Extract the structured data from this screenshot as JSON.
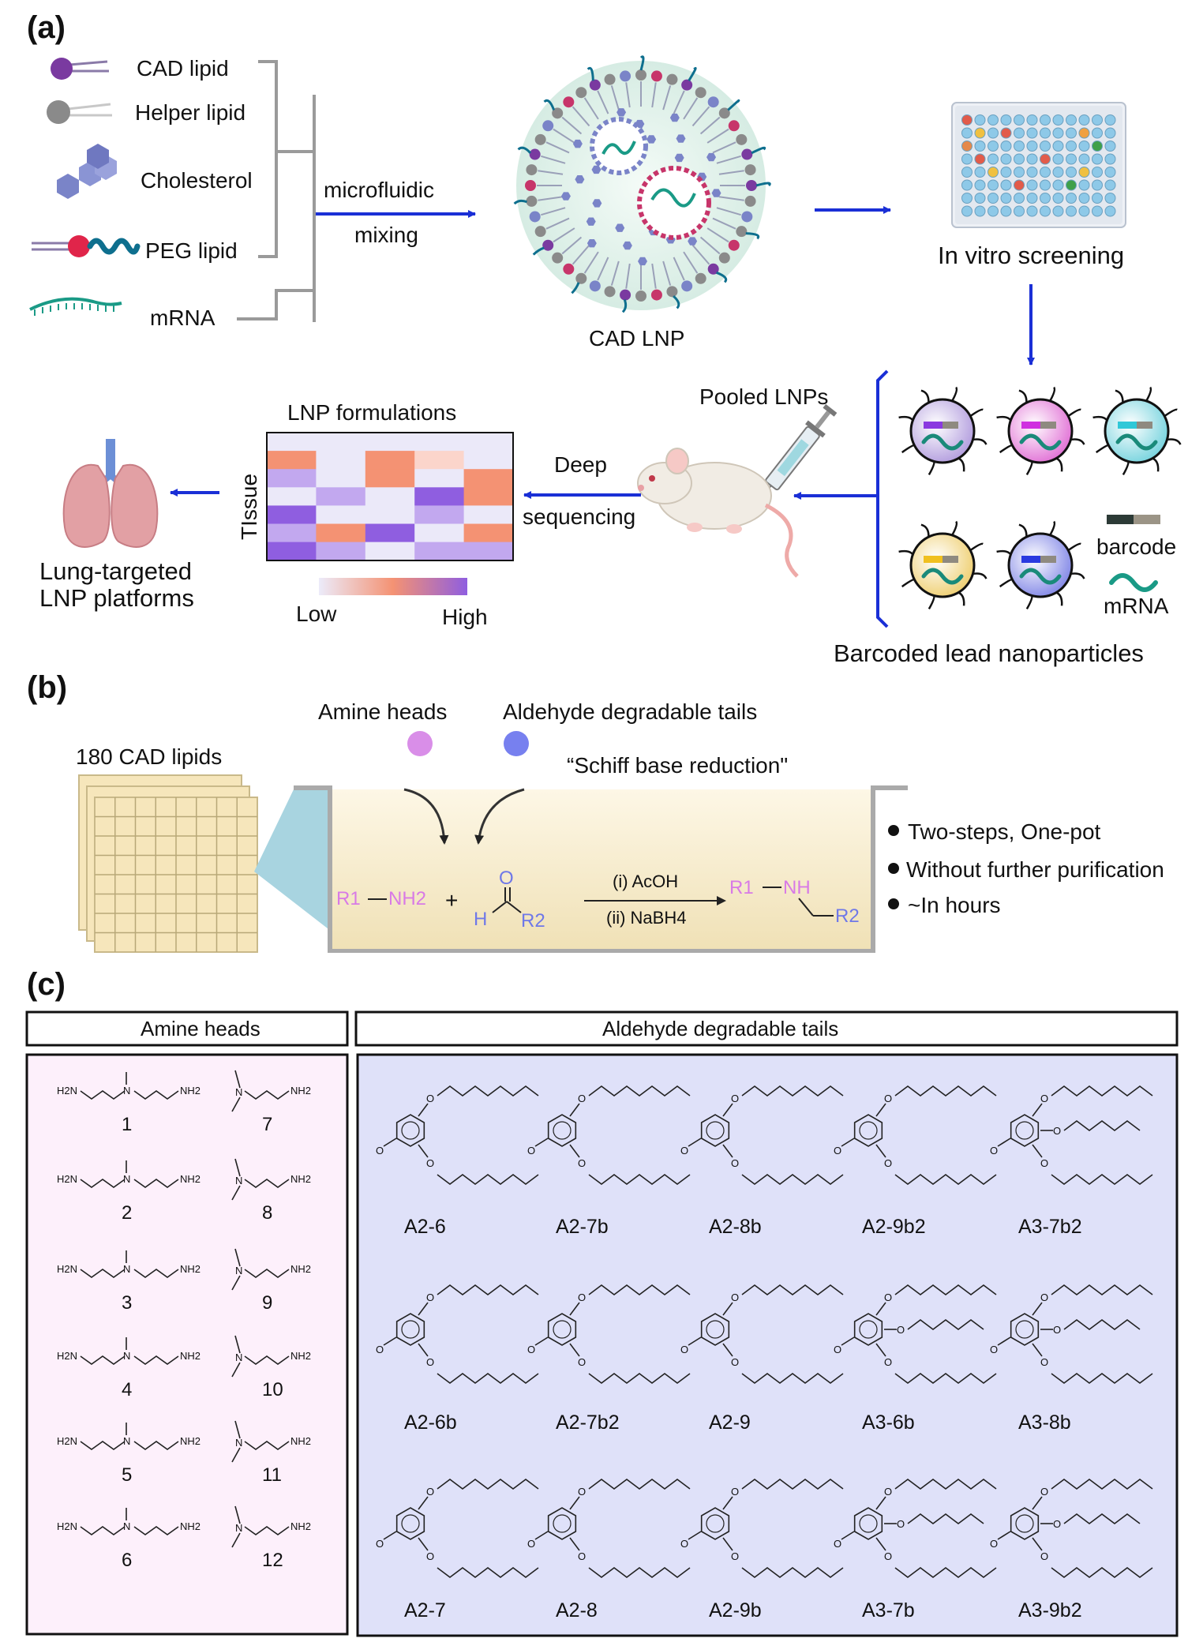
{
  "panel_a": {
    "letter": "(a)",
    "components": [
      "CAD lipid",
      "Helper lipid",
      "Cholesterol",
      "PEG lipid",
      "mRNA"
    ],
    "mixing_line1": "microfluidic",
    "mixing_line2": "mixing",
    "lnp_label": "CAD LNP",
    "screening_label": "In vitro screening",
    "pooled_label": "Pooled LNPs",
    "barcode_label": "barcode",
    "mrna_label": "mRNA",
    "barcoded_label": "Barcoded lead nanoparticles",
    "deep_line1": "Deep",
    "deep_line2": "sequencing",
    "heatmap_title": "LNP formulations",
    "heatmap_ylabel": "TIssue",
    "legend_low": "Low",
    "legend_high": "High",
    "lung_line1": "Lung-targeted",
    "lung_line2": "LNP platforms",
    "colors": {
      "arrow": "#1a2fd6",
      "purple": "#7a3aa0",
      "heat_low": "#e8e6f8",
      "heat_mid": "#f49273",
      "heat_high": "#8f5ee0"
    }
  },
  "panel_b": {
    "letter": "(b)",
    "lipids_label": "180 CAD lipids",
    "amine_label": "Amine heads",
    "aldehyde_label": "Aldehyde degradable tails",
    "reaction_name": "“Schiff base reduction\"",
    "reagent1": "(i) AcOH",
    "reagent2": "(ii) NaBH4",
    "bullets": [
      "Two-steps, One-pot",
      "Without further purification",
      "~In hours"
    ],
    "chem": {
      "r1": "R1",
      "nh2": "NH2",
      "plus": "+",
      "o": "O",
      "h": "H",
      "r2": "R2",
      "nh": "NH"
    }
  },
  "panel_c": {
    "letter": "(c)",
    "amine_header": "Amine heads",
    "aldehyde_header": "Aldehyde degradable tails",
    "amines": [
      "1",
      "2",
      "3",
      "4",
      "5",
      "6",
      "7",
      "8",
      "9",
      "10",
      "11",
      "12"
    ],
    "aldehydes": [
      "A2-6",
      "A2-7b",
      "A2-8b",
      "A2-9b2",
      "A3-7b2",
      "A2-6b",
      "A2-7b2",
      "A2-9",
      "A3-6b",
      "A3-8b",
      "A2-7",
      "A2-8",
      "A2-9b",
      "A3-7b",
      "A3-9b2"
    ],
    "atom_labels": {
      "h2n": "H2N",
      "nh2": "NH2",
      "n": "N",
      "o": "O"
    }
  }
}
